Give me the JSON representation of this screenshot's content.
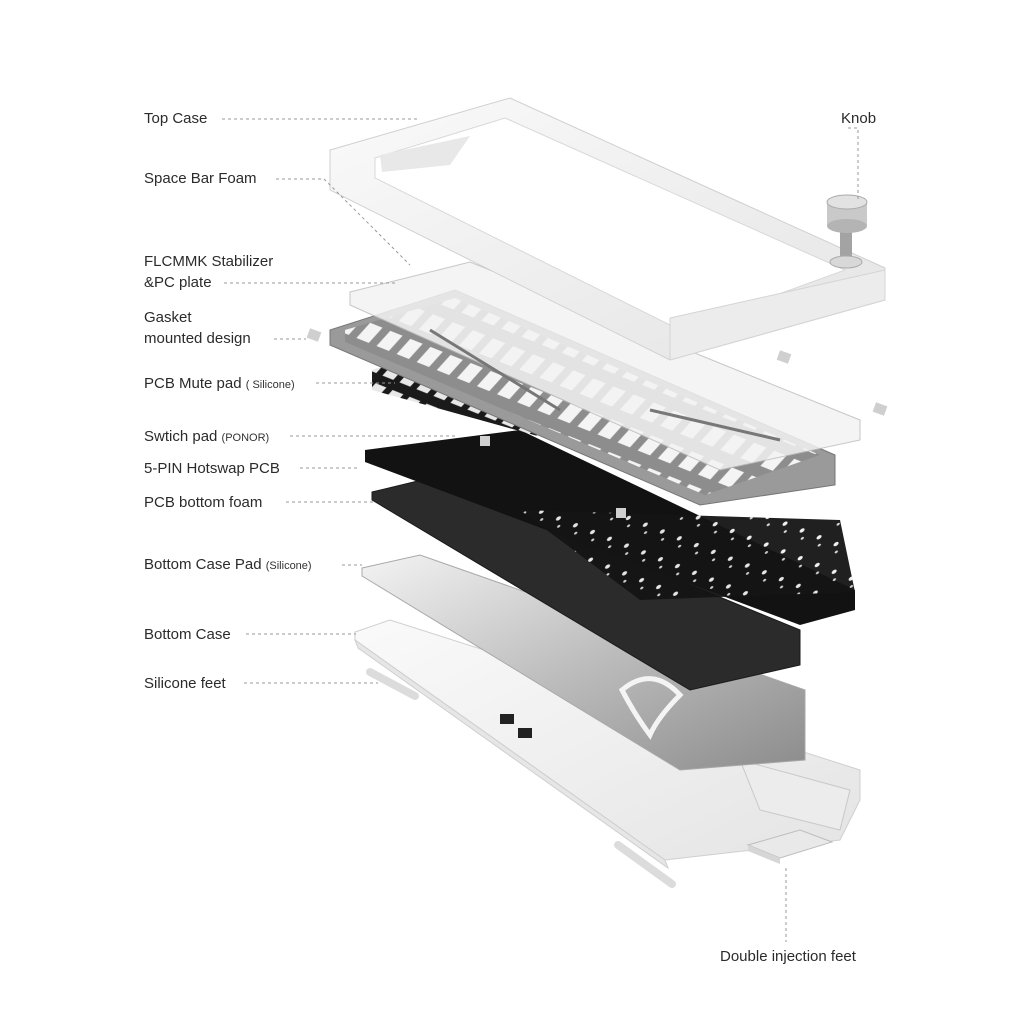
{
  "labels": {
    "top_case": "Top Case",
    "knob": "Knob",
    "space_bar_foam": "Space Bar Foam",
    "stabilizer_line1": "FLCMMK Stabilizer",
    "stabilizer_line2": "&PC plate",
    "gasket_line1": "Gasket",
    "gasket_line2": "mounted design",
    "pcb_mute_pad": "PCB Mute pad",
    "pcb_mute_pad_note": "( Silicone)",
    "switch_pad": "Swtich pad",
    "switch_pad_note": "(PONOR)",
    "hotswap_pcb": "5-PIN Hotswap PCB",
    "pcb_bottom_foam": "PCB bottom foam",
    "bottom_case_pad": "Bottom Case Pad",
    "bottom_case_pad_note": "(Silicone)",
    "bottom_case": "Bottom Case",
    "silicone_feet": "Silicone feet",
    "double_injection_feet": "Double injection feet"
  },
  "colors": {
    "text": "#2b2b2b",
    "leader_line": "#9a9a9a",
    "clear_case": "#f2f2f2",
    "plate": "#8a8a8a",
    "pcb": "#141414",
    "foam": "#2a2a2a",
    "silicone_pad": "#d9d9d9"
  }
}
